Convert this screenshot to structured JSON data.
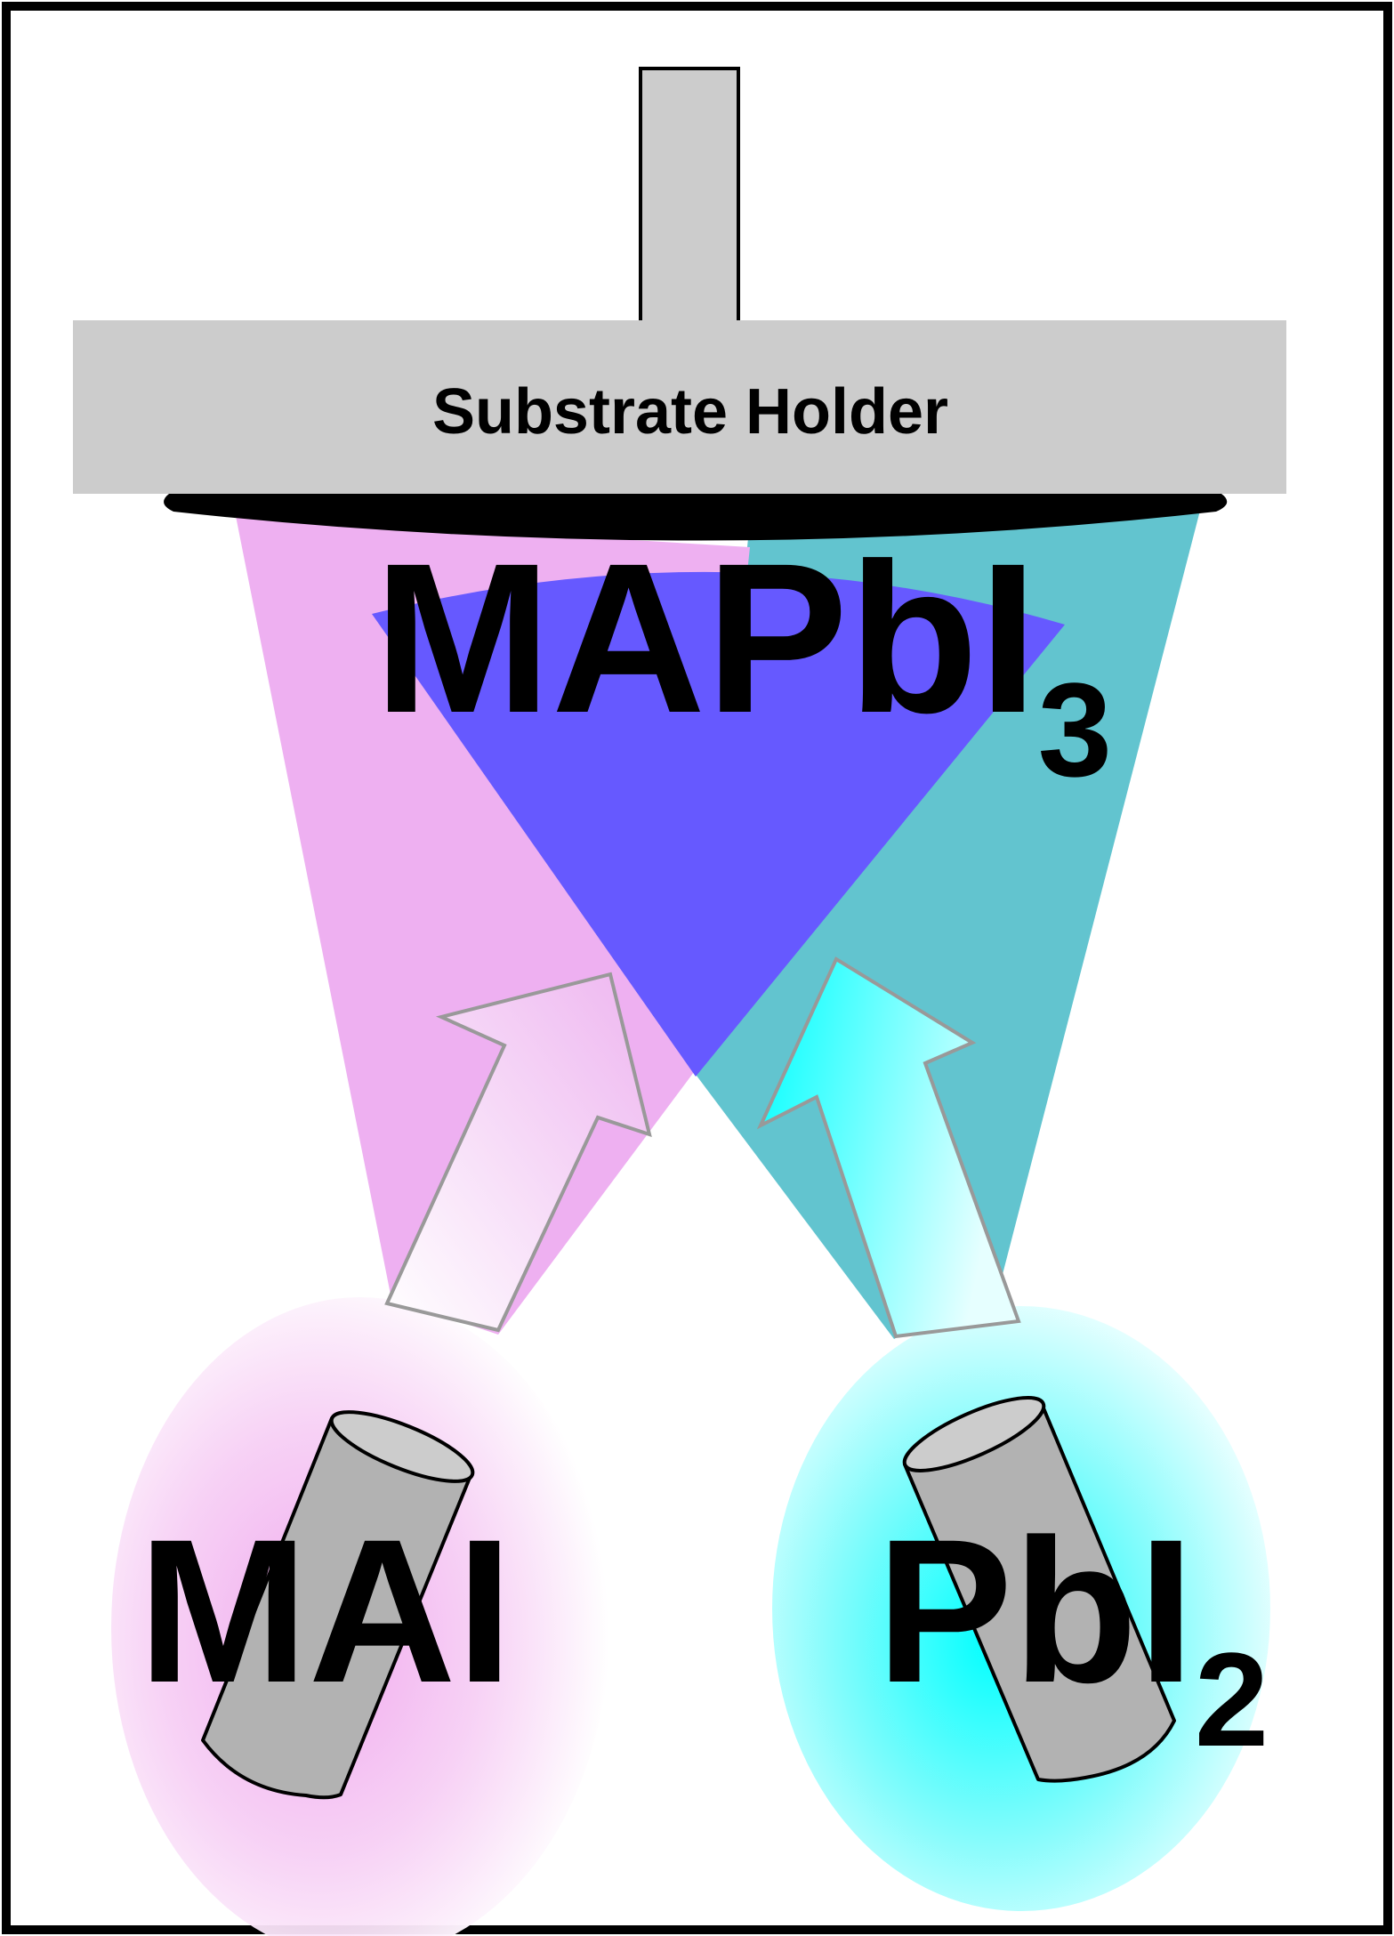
{
  "substrate_holder": {
    "label": "Substrate Holder",
    "color": "#cccccc"
  },
  "product": {
    "formula": "MAPbI",
    "subscript": "3",
    "color": "#6659ff"
  },
  "sources": [
    {
      "formula": "MAI",
      "subscript": "",
      "plume_color": "#eeb0f1",
      "glow_color": "#f0a8ee"
    },
    {
      "formula": "PbI",
      "subscript": "2",
      "plume_color": "#62c4cf",
      "glow_color": "#00ffff"
    }
  ]
}
